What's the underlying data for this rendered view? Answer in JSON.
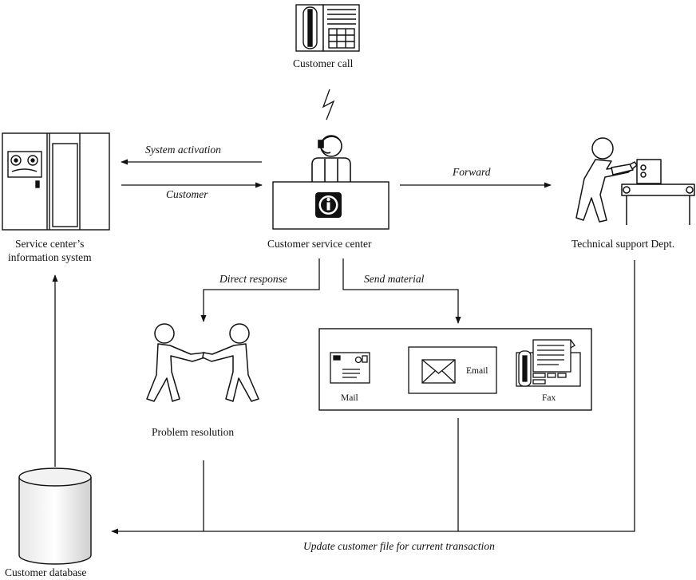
{
  "nodes": {
    "customer_call": "Customer call",
    "service_center": "Customer service center",
    "info_system_line1": "Service center’s",
    "info_system_line2": "information system",
    "technical_support": "Technical support Dept.",
    "problem_resolution": "Problem resolution",
    "customer_database": "Customer database"
  },
  "materials": {
    "mail": "Mail",
    "email": "Email",
    "fax": "Fax"
  },
  "edges": {
    "system_activation": "System activation",
    "customer": "Customer",
    "forward": "Forward",
    "direct_response": "Direct response",
    "send_material": "Send material",
    "update_customer_file": "Update customer file for current transaction"
  }
}
